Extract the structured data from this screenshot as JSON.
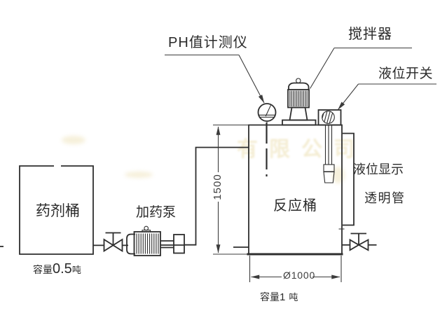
{
  "labels": {
    "ph_meter": "PH值计测仪",
    "agitator": "搅拌器",
    "level_switch": "液位开关",
    "chemical_tank": "药剂桶",
    "dosing_pump": "加药泵",
    "reaction_tank": "反应桶",
    "level_display_line1": "液位显示",
    "level_display_line2": "透明管"
  },
  "capacities": {
    "chemical_tank": {
      "prefix": "容量",
      "value": "0.5",
      "unit": "吨"
    },
    "reaction_tank": {
      "prefix": "容量",
      "value": "1",
      "unit": "吨"
    }
  },
  "dimensions": {
    "tank_height": "1500",
    "tank_diameter": "Ø1000"
  },
  "watermark": {
    "text": "有限公司"
  },
  "colors": {
    "line": "#2e2e2e",
    "dim_line": "#3c3c3c",
    "text": "#2a2a2a",
    "background": "#ffffff",
    "watermark": "#dfca7e"
  }
}
